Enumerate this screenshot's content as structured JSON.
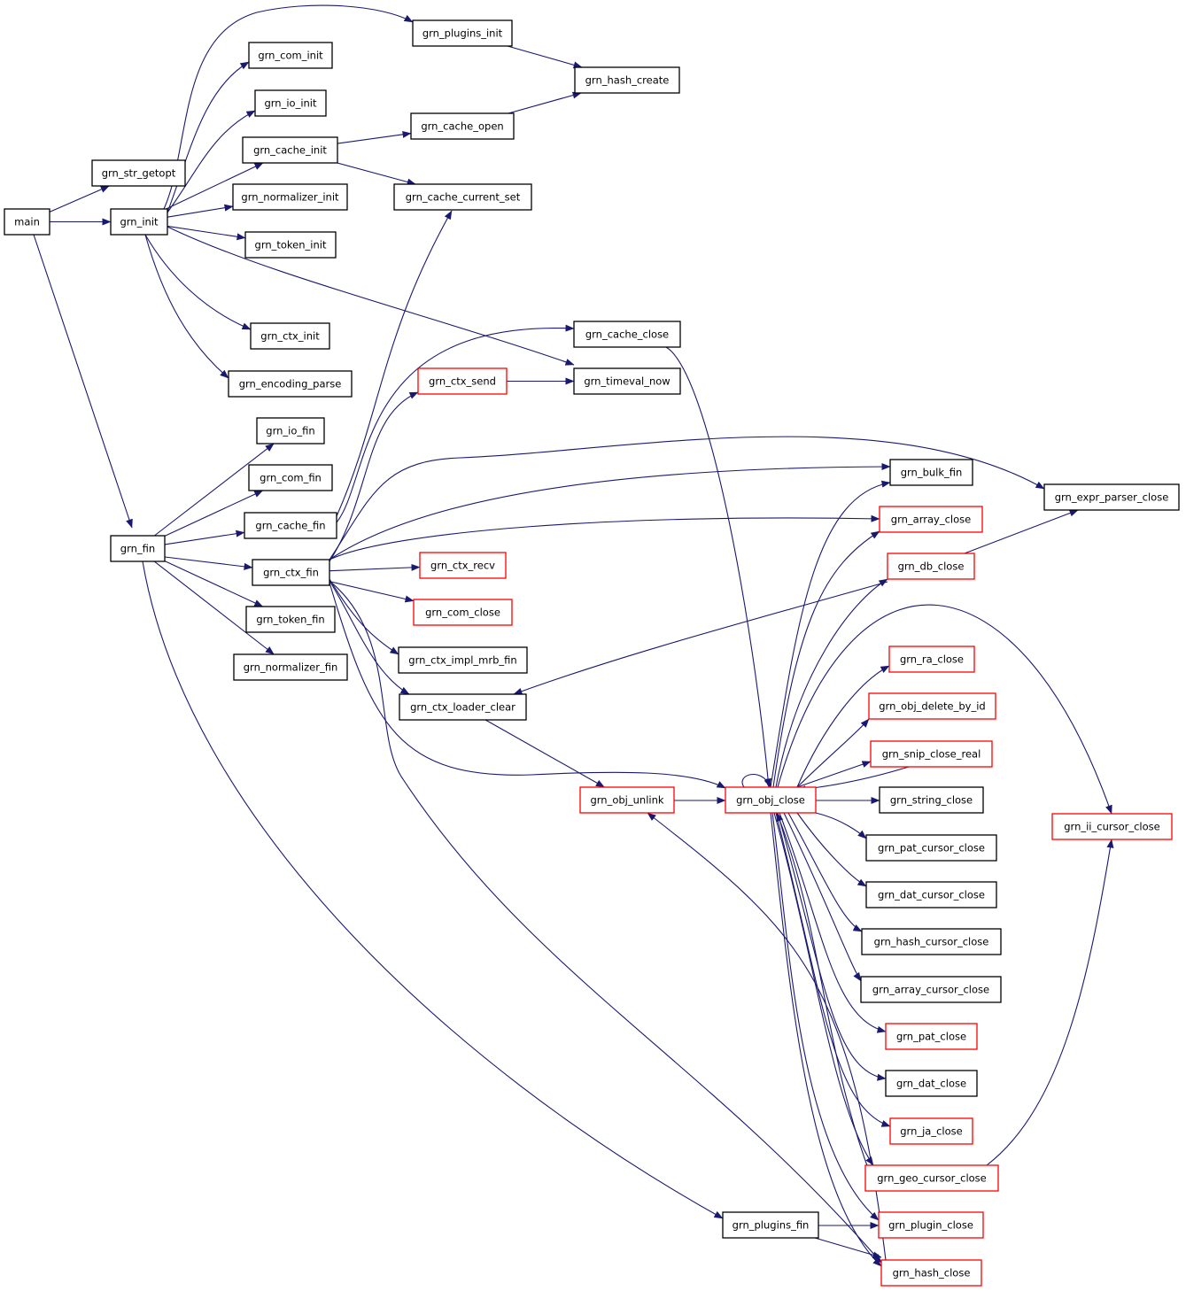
{
  "colors": {
    "edge": "#191970",
    "node_border": "#000000",
    "node_border_external": "#ff0000",
    "root_fill": "#bfbfbf"
  },
  "nodes": [
    {
      "id": "main",
      "label": "main",
      "style": "root"
    },
    {
      "id": "grn_str_getopt",
      "label": "grn_str_getopt",
      "style": "normal"
    },
    {
      "id": "grn_init",
      "label": "grn_init",
      "style": "normal"
    },
    {
      "id": "grn_fin",
      "label": "grn_fin",
      "style": "normal"
    },
    {
      "id": "grn_plugins_init",
      "label": "grn_plugins_init",
      "style": "normal"
    },
    {
      "id": "grn_com_init",
      "label": "grn_com_init",
      "style": "normal"
    },
    {
      "id": "grn_io_init",
      "label": "grn_io_init",
      "style": "normal"
    },
    {
      "id": "grn_cache_init",
      "label": "grn_cache_init",
      "style": "normal"
    },
    {
      "id": "grn_normalizer_init",
      "label": "grn_normalizer_init",
      "style": "normal"
    },
    {
      "id": "grn_token_init",
      "label": "grn_token_init",
      "style": "normal"
    },
    {
      "id": "grn_ctx_init",
      "label": "grn_ctx_init",
      "style": "normal"
    },
    {
      "id": "grn_encoding_parse",
      "label": "grn_encoding_parse",
      "style": "normal"
    },
    {
      "id": "grn_hash_create",
      "label": "grn_hash_create",
      "style": "normal"
    },
    {
      "id": "grn_cache_open",
      "label": "grn_cache_open",
      "style": "normal"
    },
    {
      "id": "grn_cache_current_set",
      "label": "grn_cache_current_set",
      "style": "normal"
    },
    {
      "id": "grn_cache_close",
      "label": "grn_cache_close",
      "style": "normal"
    },
    {
      "id": "grn_ctx_send",
      "label": "grn_ctx_send",
      "style": "external"
    },
    {
      "id": "grn_timeval_now",
      "label": "grn_timeval_now",
      "style": "normal"
    },
    {
      "id": "grn_io_fin",
      "label": "grn_io_fin",
      "style": "normal"
    },
    {
      "id": "grn_com_fin",
      "label": "grn_com_fin",
      "style": "normal"
    },
    {
      "id": "grn_cache_fin",
      "label": "grn_cache_fin",
      "style": "normal"
    },
    {
      "id": "grn_ctx_fin",
      "label": "grn_ctx_fin",
      "style": "normal"
    },
    {
      "id": "grn_token_fin",
      "label": "grn_token_fin",
      "style": "normal"
    },
    {
      "id": "grn_normalizer_fin",
      "label": "grn_normalizer_fin",
      "style": "normal"
    },
    {
      "id": "grn_ctx_recv",
      "label": "grn_ctx_recv",
      "style": "external"
    },
    {
      "id": "grn_com_close",
      "label": "grn_com_close",
      "style": "external"
    },
    {
      "id": "grn_ctx_impl_mrb_fin",
      "label": "grn_ctx_impl_mrb_fin",
      "style": "normal"
    },
    {
      "id": "grn_ctx_loader_clear",
      "label": "grn_ctx_loader_clear",
      "style": "normal"
    },
    {
      "id": "grn_obj_unlink",
      "label": "grn_obj_unlink",
      "style": "external"
    },
    {
      "id": "grn_obj_close",
      "label": "grn_obj_close",
      "style": "external"
    },
    {
      "id": "grn_plugins_fin",
      "label": "grn_plugins_fin",
      "style": "normal"
    },
    {
      "id": "grn_bulk_fin",
      "label": "grn_bulk_fin",
      "style": "normal"
    },
    {
      "id": "grn_array_close",
      "label": "grn_array_close",
      "style": "external"
    },
    {
      "id": "grn_db_close",
      "label": "grn_db_close",
      "style": "external"
    },
    {
      "id": "grn_expr_parser_close",
      "label": "grn_expr_parser_close",
      "style": "normal"
    },
    {
      "id": "grn_ra_close",
      "label": "grn_ra_close",
      "style": "external"
    },
    {
      "id": "grn_obj_delete_by_id",
      "label": "grn_obj_delete_by_id",
      "style": "external"
    },
    {
      "id": "grn_snip_close_real",
      "label": "grn_snip_close_real",
      "style": "external"
    },
    {
      "id": "grn_string_close",
      "label": "grn_string_close",
      "style": "normal"
    },
    {
      "id": "grn_pat_cursor_close",
      "label": "grn_pat_cursor_close",
      "style": "normal"
    },
    {
      "id": "grn_dat_cursor_close",
      "label": "grn_dat_cursor_close",
      "style": "normal"
    },
    {
      "id": "grn_hash_cursor_close",
      "label": "grn_hash_cursor_close",
      "style": "normal"
    },
    {
      "id": "grn_array_cursor_close",
      "label": "grn_array_cursor_close",
      "style": "normal"
    },
    {
      "id": "grn_pat_close",
      "label": "grn_pat_close",
      "style": "external"
    },
    {
      "id": "grn_dat_close",
      "label": "grn_dat_close",
      "style": "normal"
    },
    {
      "id": "grn_ja_close",
      "label": "grn_ja_close",
      "style": "external"
    },
    {
      "id": "grn_geo_cursor_close",
      "label": "grn_geo_cursor_close",
      "style": "external"
    },
    {
      "id": "grn_plugin_close",
      "label": "grn_plugin_close",
      "style": "external"
    },
    {
      "id": "grn_hash_close",
      "label": "grn_hash_close",
      "style": "external"
    },
    {
      "id": "grn_ii_cursor_close",
      "label": "grn_ii_cursor_close",
      "style": "external"
    }
  ],
  "edges": [
    {
      "from": "main",
      "to": "grn_str_getopt"
    },
    {
      "from": "main",
      "to": "grn_init"
    },
    {
      "from": "main",
      "to": "grn_fin"
    },
    {
      "from": "grn_init",
      "to": "grn_plugins_init"
    },
    {
      "from": "grn_init",
      "to": "grn_com_init"
    },
    {
      "from": "grn_init",
      "to": "grn_io_init"
    },
    {
      "from": "grn_init",
      "to": "grn_cache_init"
    },
    {
      "from": "grn_init",
      "to": "grn_normalizer_init"
    },
    {
      "from": "grn_init",
      "to": "grn_token_init"
    },
    {
      "from": "grn_init",
      "to": "grn_ctx_init"
    },
    {
      "from": "grn_init",
      "to": "grn_encoding_parse"
    },
    {
      "from": "grn_init",
      "to": "grn_timeval_now"
    },
    {
      "from": "grn_plugins_init",
      "to": "grn_hash_create"
    },
    {
      "from": "grn_cache_init",
      "to": "grn_cache_open"
    },
    {
      "from": "grn_cache_init",
      "to": "grn_cache_current_set"
    },
    {
      "from": "grn_cache_open",
      "to": "grn_hash_create"
    },
    {
      "from": "grn_fin",
      "to": "grn_io_fin"
    },
    {
      "from": "grn_fin",
      "to": "grn_com_fin"
    },
    {
      "from": "grn_fin",
      "to": "grn_cache_fin"
    },
    {
      "from": "grn_fin",
      "to": "grn_ctx_fin"
    },
    {
      "from": "grn_fin",
      "to": "grn_token_fin"
    },
    {
      "from": "grn_fin",
      "to": "grn_normalizer_fin"
    },
    {
      "from": "grn_fin",
      "to": "grn_plugins_fin"
    },
    {
      "from": "grn_cache_fin",
      "to": "grn_cache_current_set"
    },
    {
      "from": "grn_cache_fin",
      "to": "grn_cache_close"
    },
    {
      "from": "grn_cache_close",
      "to": "grn_obj_close"
    },
    {
      "from": "grn_ctx_send",
      "to": "grn_timeval_now"
    },
    {
      "from": "grn_ctx_fin",
      "to": "grn_ctx_send"
    },
    {
      "from": "grn_ctx_fin",
      "to": "grn_bulk_fin"
    },
    {
      "from": "grn_ctx_fin",
      "to": "grn_expr_parser_close"
    },
    {
      "from": "grn_ctx_fin",
      "to": "grn_array_close"
    },
    {
      "from": "grn_ctx_fin",
      "to": "grn_ctx_recv"
    },
    {
      "from": "grn_ctx_fin",
      "to": "grn_com_close"
    },
    {
      "from": "grn_ctx_fin",
      "to": "grn_ctx_impl_mrb_fin"
    },
    {
      "from": "grn_ctx_fin",
      "to": "grn_ctx_loader_clear"
    },
    {
      "from": "grn_ctx_fin",
      "to": "grn_obj_close"
    },
    {
      "from": "grn_ctx_fin",
      "to": "grn_hash_close"
    },
    {
      "from": "grn_ctx_loader_clear",
      "to": "grn_obj_unlink"
    },
    {
      "from": "grn_obj_unlink",
      "to": "grn_obj_close"
    },
    {
      "from": "grn_db_close",
      "to": "grn_ctx_loader_clear"
    },
    {
      "from": "grn_db_close",
      "to": "grn_expr_parser_close"
    },
    {
      "from": "grn_obj_close",
      "to": "grn_obj_close"
    },
    {
      "from": "grn_obj_close",
      "to": "grn_bulk_fin"
    },
    {
      "from": "grn_obj_close",
      "to": "grn_array_close"
    },
    {
      "from": "grn_obj_close",
      "to": "grn_db_close"
    },
    {
      "from": "grn_obj_close",
      "to": "grn_ii_cursor_close"
    },
    {
      "from": "grn_obj_close",
      "to": "grn_ra_close"
    },
    {
      "from": "grn_obj_close",
      "to": "grn_obj_delete_by_id"
    },
    {
      "from": "grn_obj_close",
      "to": "grn_snip_close_real"
    },
    {
      "from": "grn_obj_close",
      "to": "grn_string_close"
    },
    {
      "from": "grn_obj_close",
      "to": "grn_pat_cursor_close"
    },
    {
      "from": "grn_obj_close",
      "to": "grn_dat_cursor_close"
    },
    {
      "from": "grn_obj_close",
      "to": "grn_hash_cursor_close"
    },
    {
      "from": "grn_obj_close",
      "to": "grn_array_cursor_close"
    },
    {
      "from": "grn_obj_close",
      "to": "grn_pat_close"
    },
    {
      "from": "grn_obj_close",
      "to": "grn_dat_close"
    },
    {
      "from": "grn_obj_close",
      "to": "grn_ja_close"
    },
    {
      "from": "grn_obj_close",
      "to": "grn_geo_cursor_close"
    },
    {
      "from": "grn_obj_close",
      "to": "grn_plugin_close"
    },
    {
      "from": "grn_obj_close",
      "to": "grn_hash_close"
    },
    {
      "from": "grn_snip_close_real",
      "to": "grn_obj_close"
    },
    {
      "from": "grn_geo_cursor_close",
      "to": "grn_ii_cursor_close"
    },
    {
      "from": "grn_geo_cursor_close",
      "to": "grn_obj_close"
    },
    {
      "from": "grn_hash_close",
      "to": "grn_obj_unlink"
    },
    {
      "from": "grn_plugins_fin",
      "to": "grn_plugin_close"
    },
    {
      "from": "grn_plugins_fin",
      "to": "grn_hash_close"
    }
  ]
}
